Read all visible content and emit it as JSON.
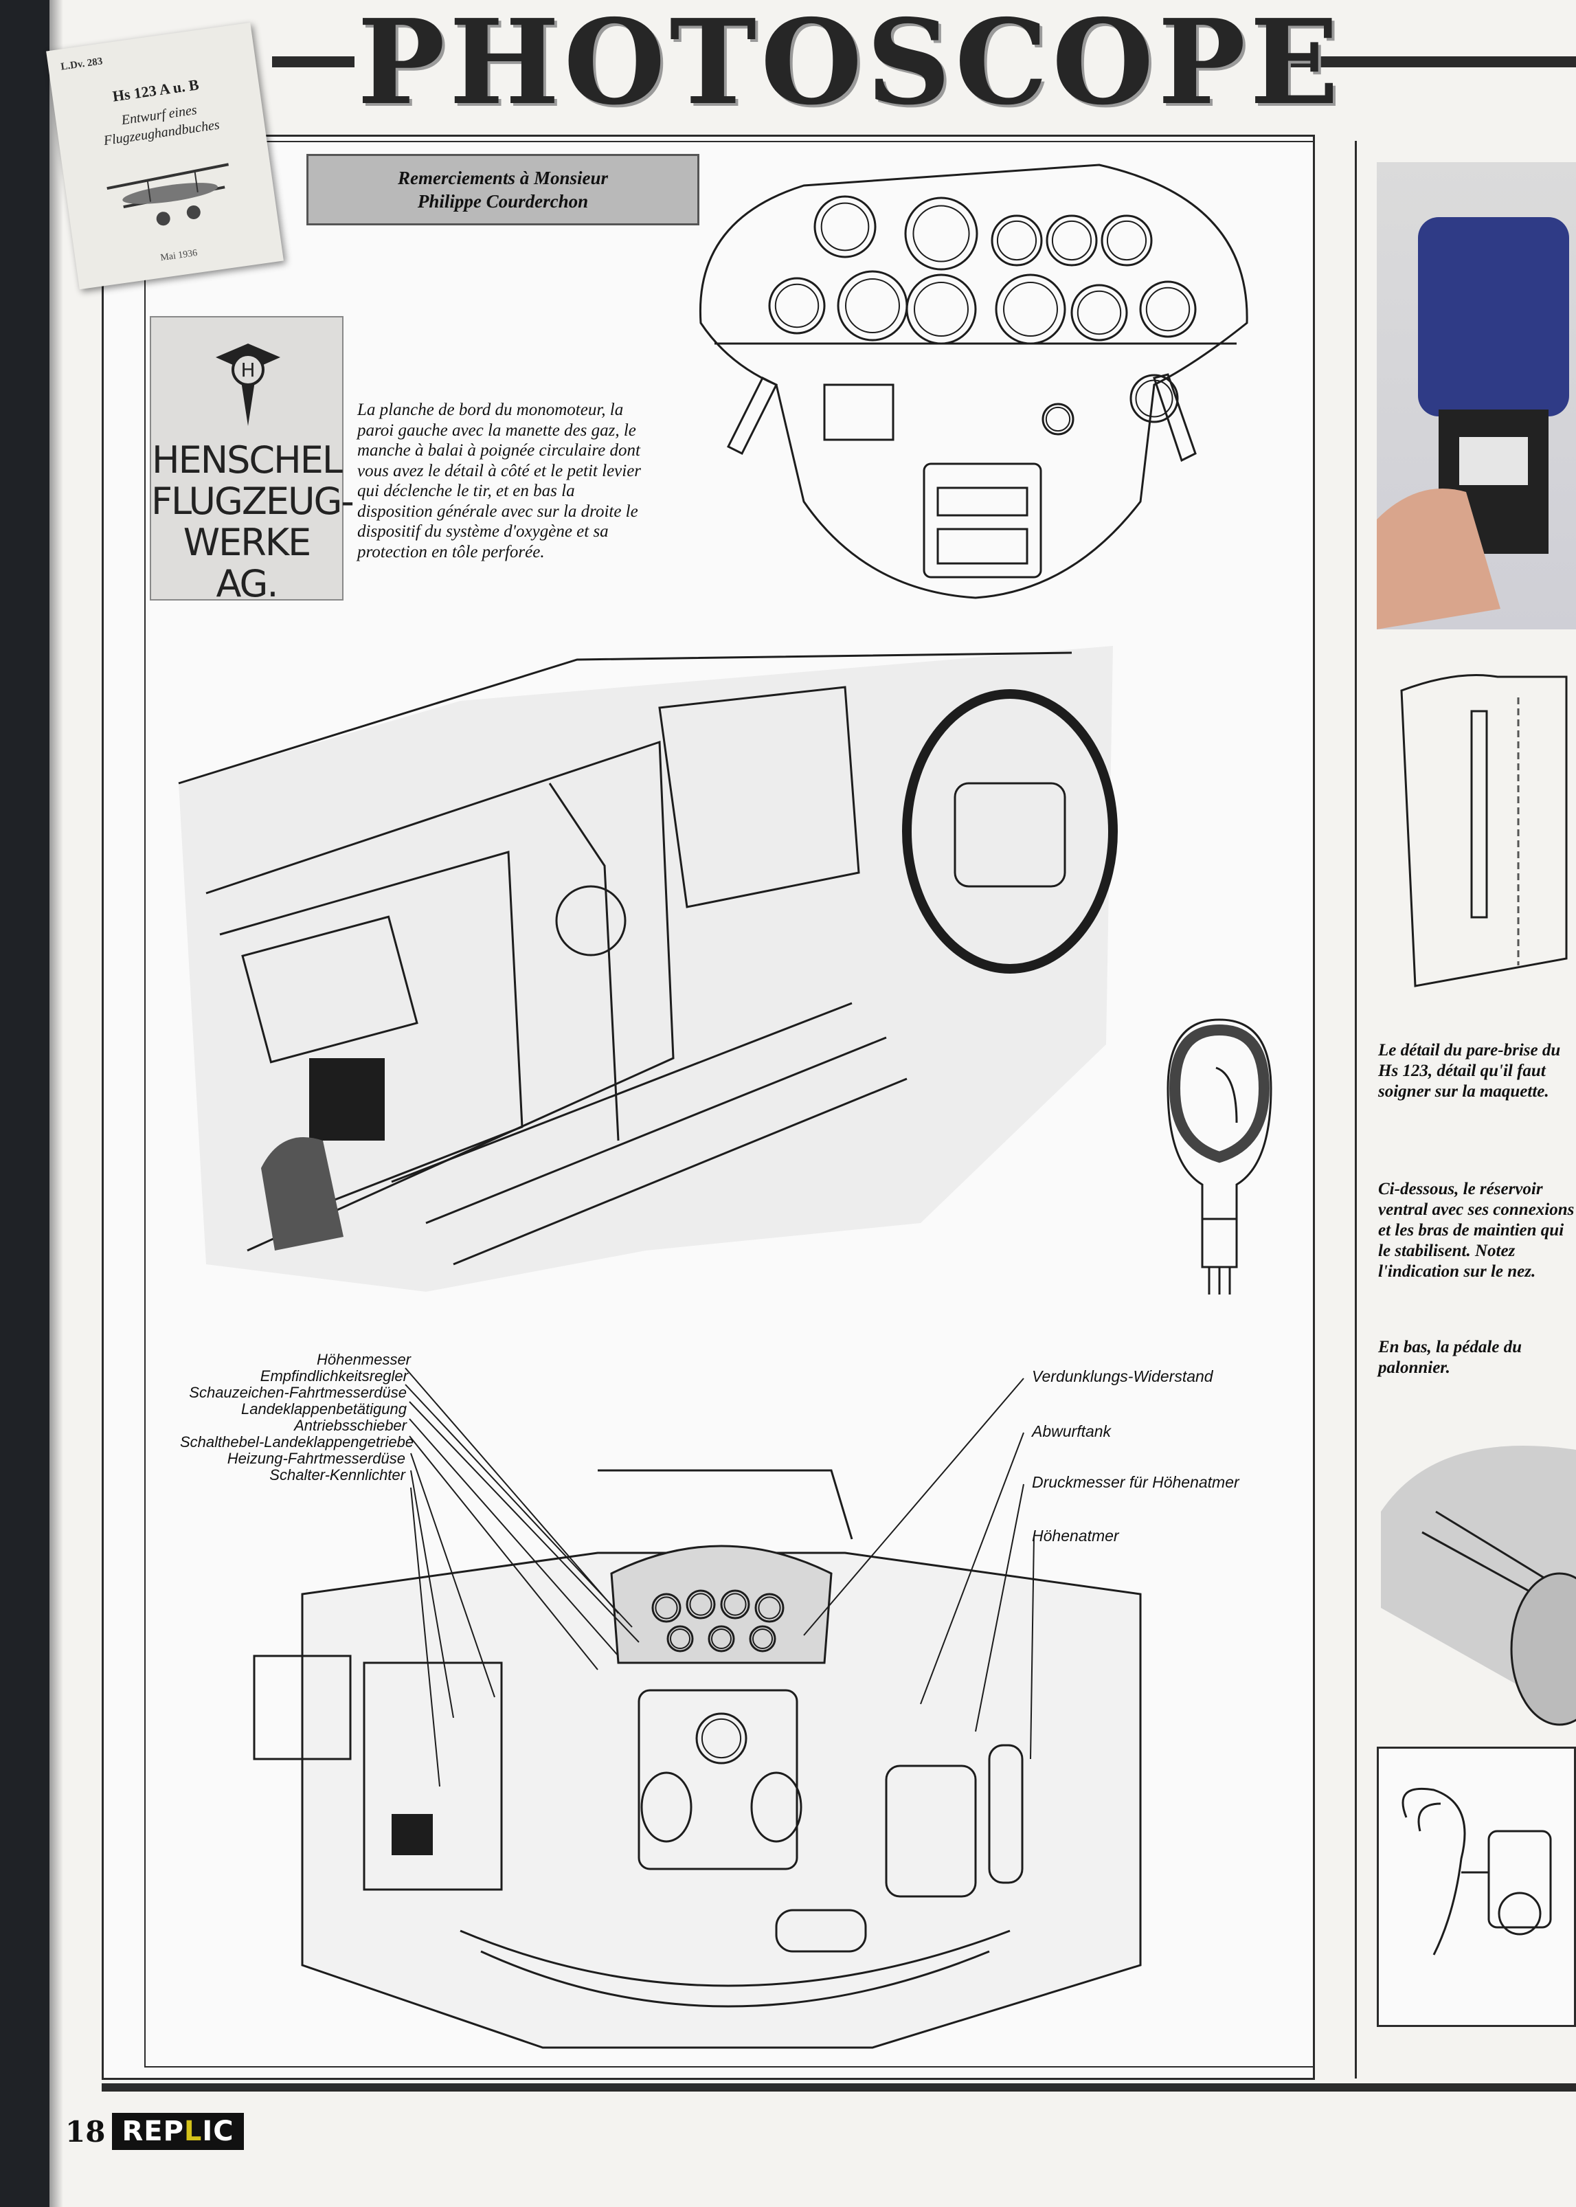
{
  "header": {
    "title": "PHOTOSCOPE"
  },
  "manual": {
    "code": "L.Dv. 283",
    "title": "Hs 123 A u. B",
    "subtitle": "Entwurf eines\nFlugzeughandbuches",
    "date": "Mai 1936"
  },
  "thanks": "Remerciements à Monsieur\nPhilippe Courderchon",
  "logo": {
    "brand": "HENSCHEL\nFLUGZEUG-\nWERKE AG."
  },
  "captions": {
    "main": "La planche de bord du monomoteur, la paroi gauche avec la manette des gaz, le manche à balai à poignée circulaire dont vous avez le détail à côté et le petit levier qui déclenche le tir, et en bas la disposition générale avec sur la droite le dispositif du système d'oxygène et sa protection en tôle perforée.",
    "windshield": "Le détail du pare-brise du Hs 123, détail qu'il faut soigner sur la maquette.",
    "tank": "Ci-dessous, le réservoir ventral avec ses connexions et les bras de maintien qui le stabilisent. Notez l'indication sur le nez.",
    "pedal": "En bas, la pédale du palonnier."
  },
  "diagram_labels": {
    "left": [
      "Höhenmesser",
      "Empfindlichkeitsregler",
      "Schauzeichen-Fahrtmesserdüse",
      "Landeklappenbetätigung",
      "Antriebsschieber",
      "Schalthebel-Landeklappengetriebe",
      "Heizung-Fahrtmesserdüse",
      "Schalter-Kennlichter"
    ],
    "right": [
      "Verdunklungs-Widerstand",
      "Abwurftank",
      "Druckmesser für Höhenatmer",
      "Höhenatmer"
    ]
  },
  "footer": {
    "page": "18",
    "magazine_a": "REP",
    "magazine_b": "L",
    "magazine_c": "IC"
  },
  "colors": {
    "ink": "#1d1d1d",
    "paper": "#fafafa",
    "panel": "#b9b9b9",
    "spine": "#1f2226",
    "accent": "#d4c21a"
  }
}
